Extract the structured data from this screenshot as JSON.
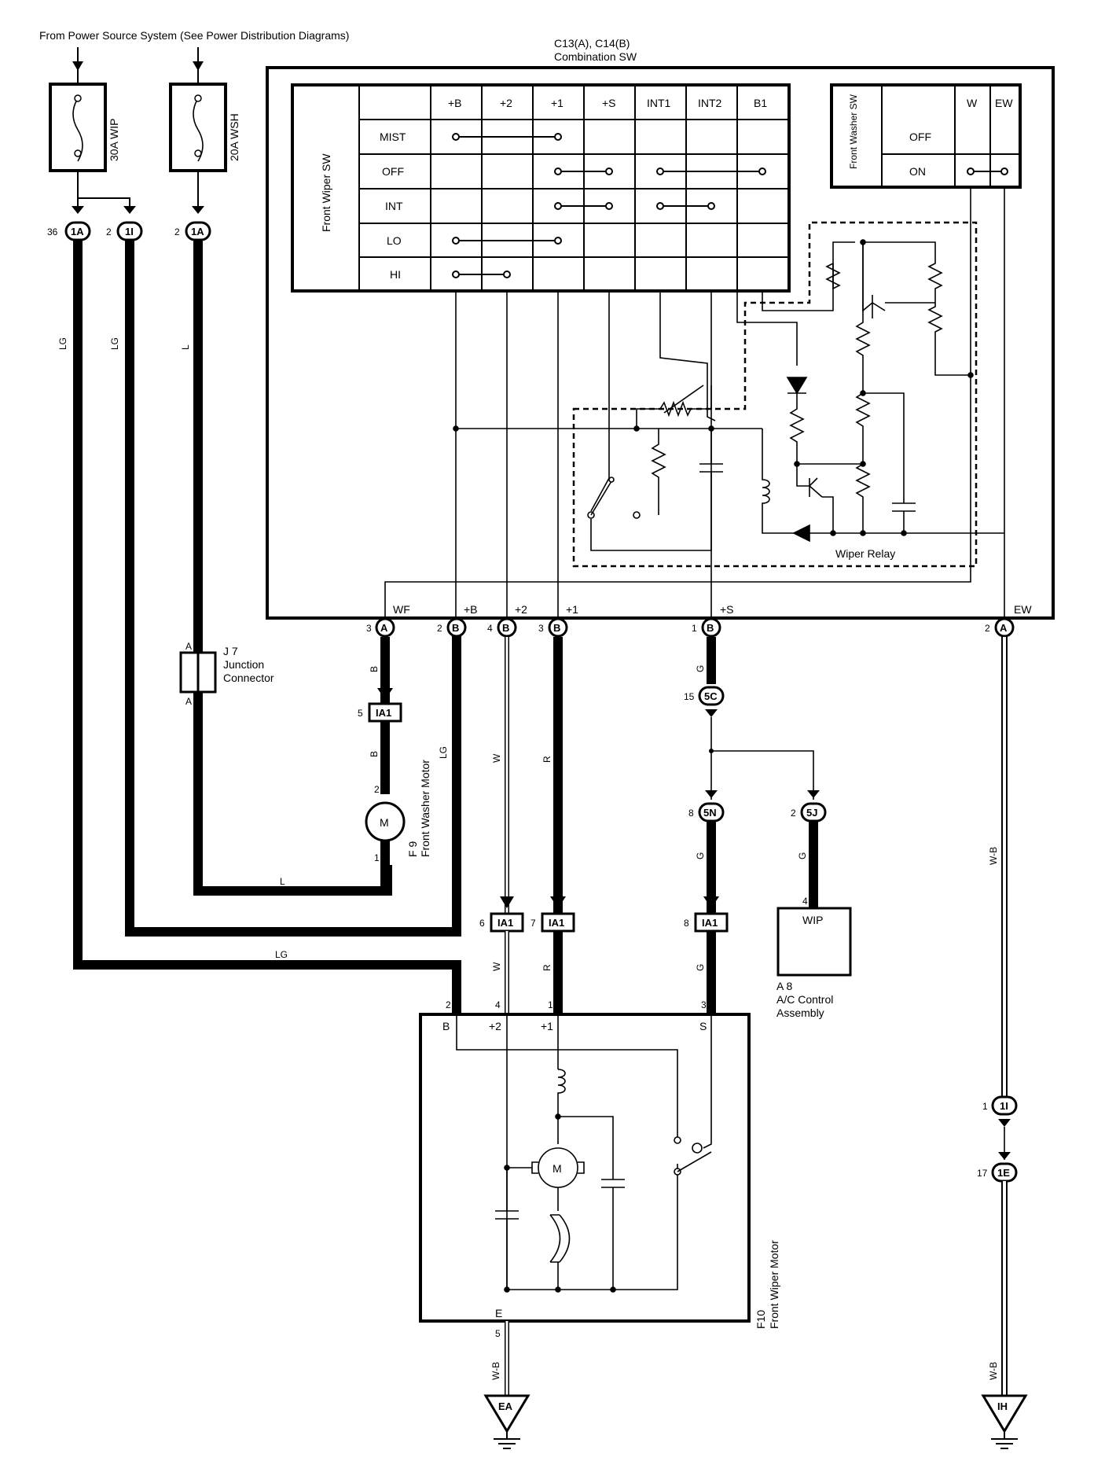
{
  "header": {
    "source_note": "From Power Source System (See Power Distribution Diagrams)",
    "combo_title": "C13(A), C14(B)",
    "combo_name": "Combination SW"
  },
  "fuses": [
    {
      "label": "30A WIP"
    },
    {
      "label": "20A WSH"
    }
  ],
  "wiper_table": {
    "side_label": "Front Wiper SW",
    "columns": [
      "+B",
      "+2",
      "+1",
      "+S",
      "INT1",
      "INT2",
      "B1"
    ],
    "rows": [
      "MIST",
      "OFF",
      "INT",
      "LO",
      "HI"
    ]
  },
  "washer_table": {
    "side_label": "Front Washer SW",
    "columns": [
      "W",
      "EW"
    ],
    "rows": [
      "OFF",
      "ON"
    ]
  },
  "relay_label": "Wiper Relay",
  "top_connectors": [
    {
      "pin": "36",
      "code": "1A"
    },
    {
      "pin": "2",
      "code": "1I"
    },
    {
      "pin": "2",
      "code": "1A"
    }
  ],
  "terminals": [
    {
      "name": "WF",
      "pin": "3",
      "code": "A"
    },
    {
      "name": "+B",
      "pin": "2",
      "code": "B"
    },
    {
      "name": "+2",
      "pin": "4",
      "code": "B"
    },
    {
      "name": "+1",
      "pin": "3",
      "code": "B"
    },
    {
      "name": "+S",
      "pin": "1",
      "code": "B"
    },
    {
      "name": "EW",
      "pin": "2",
      "code": "A"
    }
  ],
  "wire_colors": {
    "lg": "LG",
    "l": "L",
    "b": "B",
    "w": "W",
    "r": "R",
    "g": "G",
    "wb": "W-B"
  },
  "junction": {
    "ref": "J 7",
    "name1": "Junction",
    "name2": "Connector",
    "pin_top": "A",
    "pin_bottom": "A"
  },
  "ia1": [
    {
      "pin": "5",
      "code": "IA1"
    },
    {
      "pin": "6",
      "code": "IA1"
    },
    {
      "pin": "7",
      "code": "IA1"
    },
    {
      "pin": "8",
      "code": "IA1"
    }
  ],
  "washer_motor": {
    "ref": "F 9",
    "name": "Front Washer Motor",
    "pin_top": "2",
    "pin_bottom": "1",
    "symbol": "M"
  },
  "mid_connectors": [
    {
      "pin": "15",
      "code": "5C"
    },
    {
      "pin": "8",
      "code": "5N"
    },
    {
      "pin": "2",
      "code": "5J"
    }
  ],
  "ac_control": {
    "ref": "A 8",
    "name1": "A/C Control",
    "name2": "Assembly",
    "inner": "WIP",
    "pin": "4"
  },
  "wiper_motor": {
    "ref": "F10",
    "name": "Front Wiper Motor",
    "symbol": "M",
    "terminals": [
      {
        "pin": "2",
        "label": "B"
      },
      {
        "pin": "4",
        "label": "+2"
      },
      {
        "pin": "1",
        "label": "+1"
      },
      {
        "pin": "3",
        "label": "S"
      }
    ],
    "ground_terminal": "E",
    "ground_pin": "5"
  },
  "grounds": [
    {
      "code": "EA"
    },
    {
      "code": "IH"
    }
  ],
  "ew_connectors": [
    {
      "pin": "1",
      "code": "1I"
    },
    {
      "pin": "17",
      "code": "1E"
    }
  ]
}
